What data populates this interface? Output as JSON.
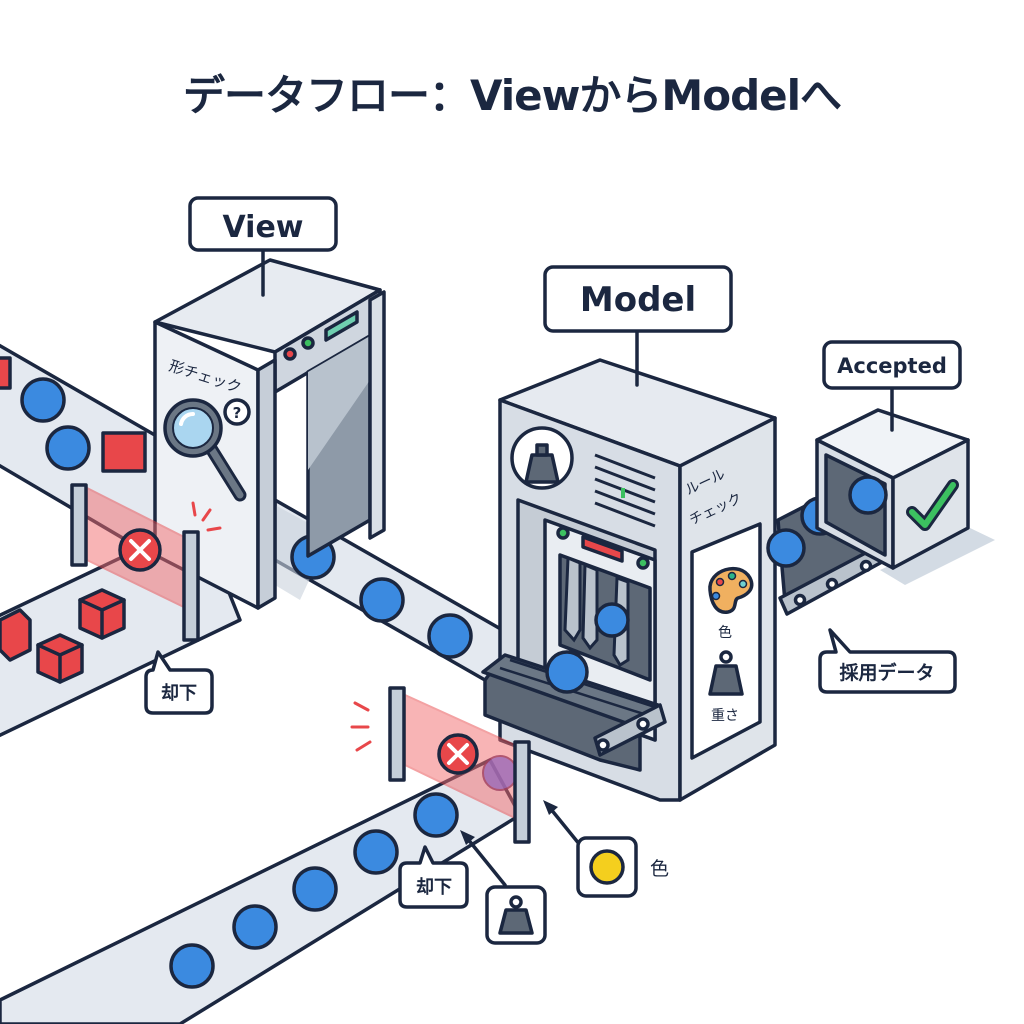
{
  "title": "データフロー：ViewからModelへ",
  "view": {
    "label": "View",
    "side_text": "形チェック",
    "magnifier_hint": "?"
  },
  "model": {
    "label": "Model",
    "side_text_line1": "ルール",
    "side_text_line2": "チェック",
    "panel_items": [
      {
        "icon": "palette-icon",
        "label": "色"
      },
      {
        "icon": "weight-icon",
        "label": "重さ"
      }
    ]
  },
  "accepted": {
    "label": "Accepted",
    "callout": "採用データ"
  },
  "rejections": {
    "shape_gate_callout": "却下",
    "rule_gate_callout": "却下",
    "rule_reasons": [
      {
        "icon": "weight-icon",
        "label": ""
      },
      {
        "icon": "yellow-circle-icon",
        "label": "色"
      }
    ]
  },
  "colors": {
    "outline": "#1b2740",
    "belt": "#e4e9f0",
    "machine": "#d3d9e1",
    "data_blue": "#3b8ae0",
    "reject_red": "#e8474a",
    "accept_green": "#3cc060",
    "yellow": "#f4cf1e"
  }
}
